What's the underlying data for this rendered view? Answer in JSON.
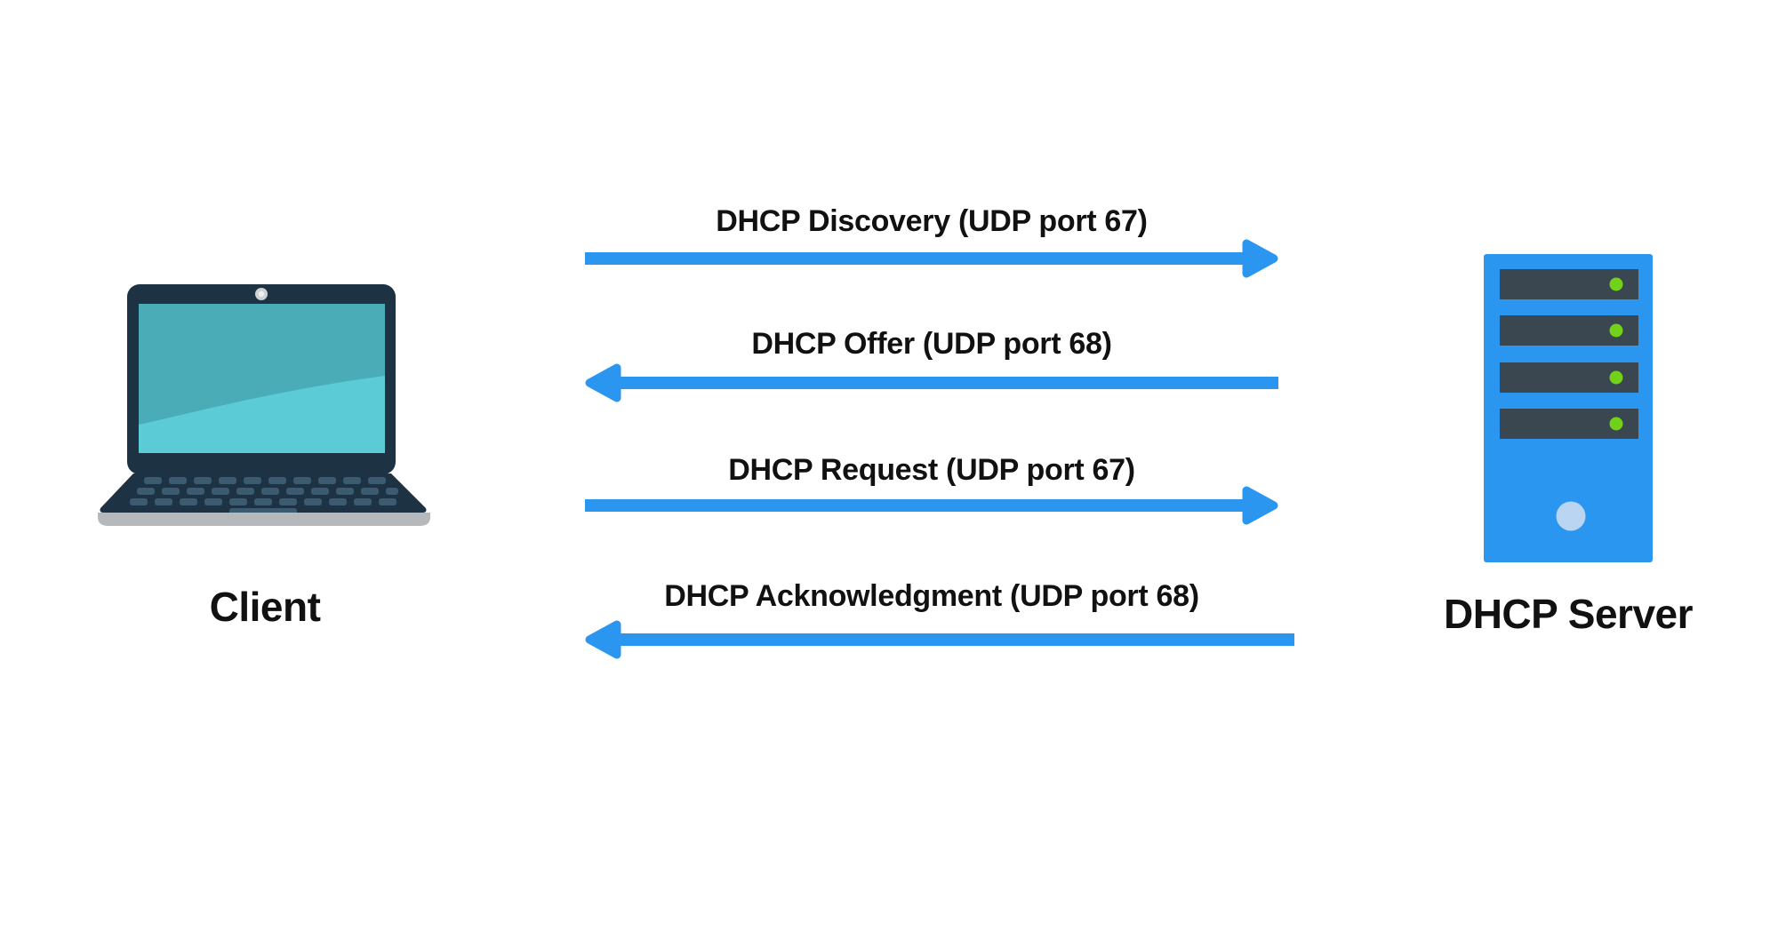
{
  "nodes": {
    "client": {
      "label": "Client",
      "icon": "laptop-icon"
    },
    "server": {
      "label": "DHCP Server",
      "icon": "server-icon"
    }
  },
  "messages": [
    {
      "label": "DHCP Discovery (UDP port 67)",
      "direction": "right",
      "from": "client",
      "to": "server"
    },
    {
      "label": "DHCP Offer (UDP port 68)",
      "direction": "left",
      "from": "server",
      "to": "client"
    },
    {
      "label": "DHCP Request (UDP port 67)",
      "direction": "right",
      "from": "client",
      "to": "server"
    },
    {
      "label": "DHCP Acknowledgment (UDP port 68)",
      "direction": "left",
      "from": "server",
      "to": "client"
    }
  ],
  "colors": {
    "background": "#ffffff",
    "accent": "#2b96f0",
    "text": "#111111",
    "laptop-body": "#1d3242",
    "laptop-screen": "#4aacb6",
    "laptop-screen-light": "#5bcbd6",
    "laptop-key": "#3c5b70",
    "laptop-base": "#b6b9bc",
    "server-bay": "#3a4650",
    "server-led": "#72d219",
    "server-power": "#bad5f2"
  }
}
